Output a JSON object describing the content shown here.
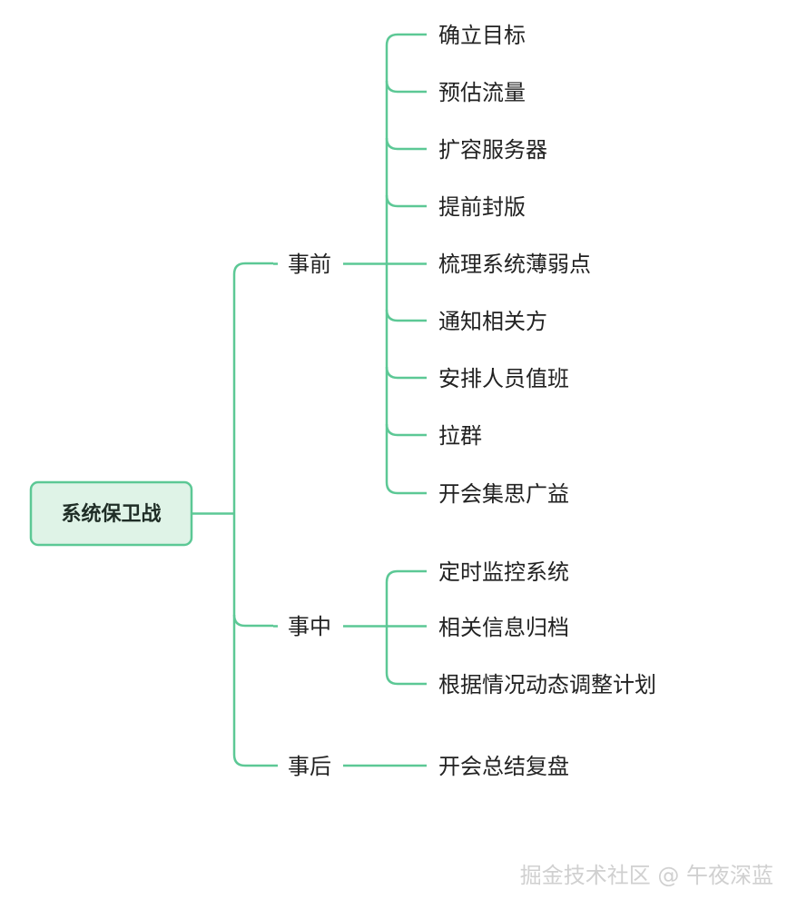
{
  "root": {
    "label": "系统保卫战"
  },
  "branches": [
    {
      "label": "事前",
      "children": [
        "确立目标",
        "预估流量",
        "扩容服务器",
        "提前封版",
        "梳理系统薄弱点",
        "通知相关方",
        "安排人员值班",
        "拉群",
        "开会集思广益"
      ]
    },
    {
      "label": "事中",
      "children": [
        "定时监控系统",
        "相关信息归档",
        "根据情况动态调整计划"
      ]
    },
    {
      "label": "事后",
      "children": [
        "开会总结复盘"
      ]
    }
  ],
  "watermark": "掘金技术社区 @ 午夜深蓝",
  "colors": {
    "line": "#5cc895",
    "root_fill": "#dff3e7",
    "root_border": "#5cc895"
  }
}
